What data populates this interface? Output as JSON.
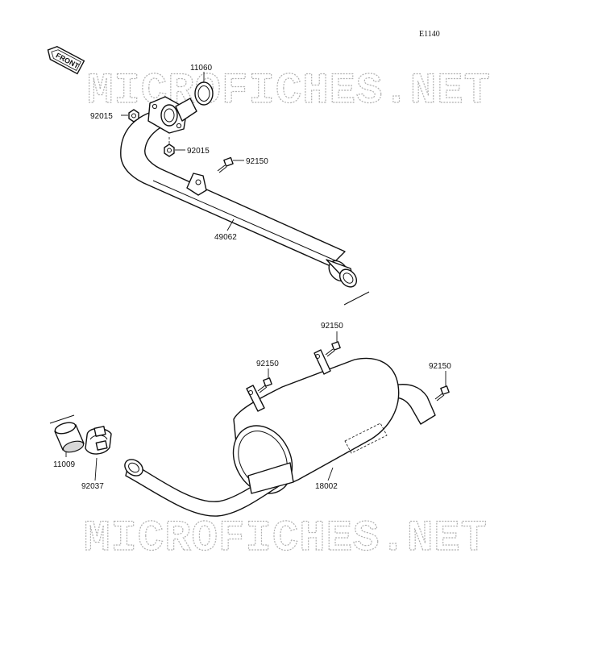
{
  "diagram": {
    "ref_code": "E1140",
    "front_tag": "FRONT",
    "watermark": "MICROFICHES.NET",
    "parts": {
      "p11060": "11060",
      "p92015_a": "92015",
      "p92015_b": "92015",
      "p92150_top": "92150",
      "p49062": "49062",
      "p92150_mid": "92150",
      "p92150_left": "92150",
      "p92150_right": "92150",
      "p11009": "11009",
      "p92037": "92037",
      "p18002": "18002"
    }
  }
}
